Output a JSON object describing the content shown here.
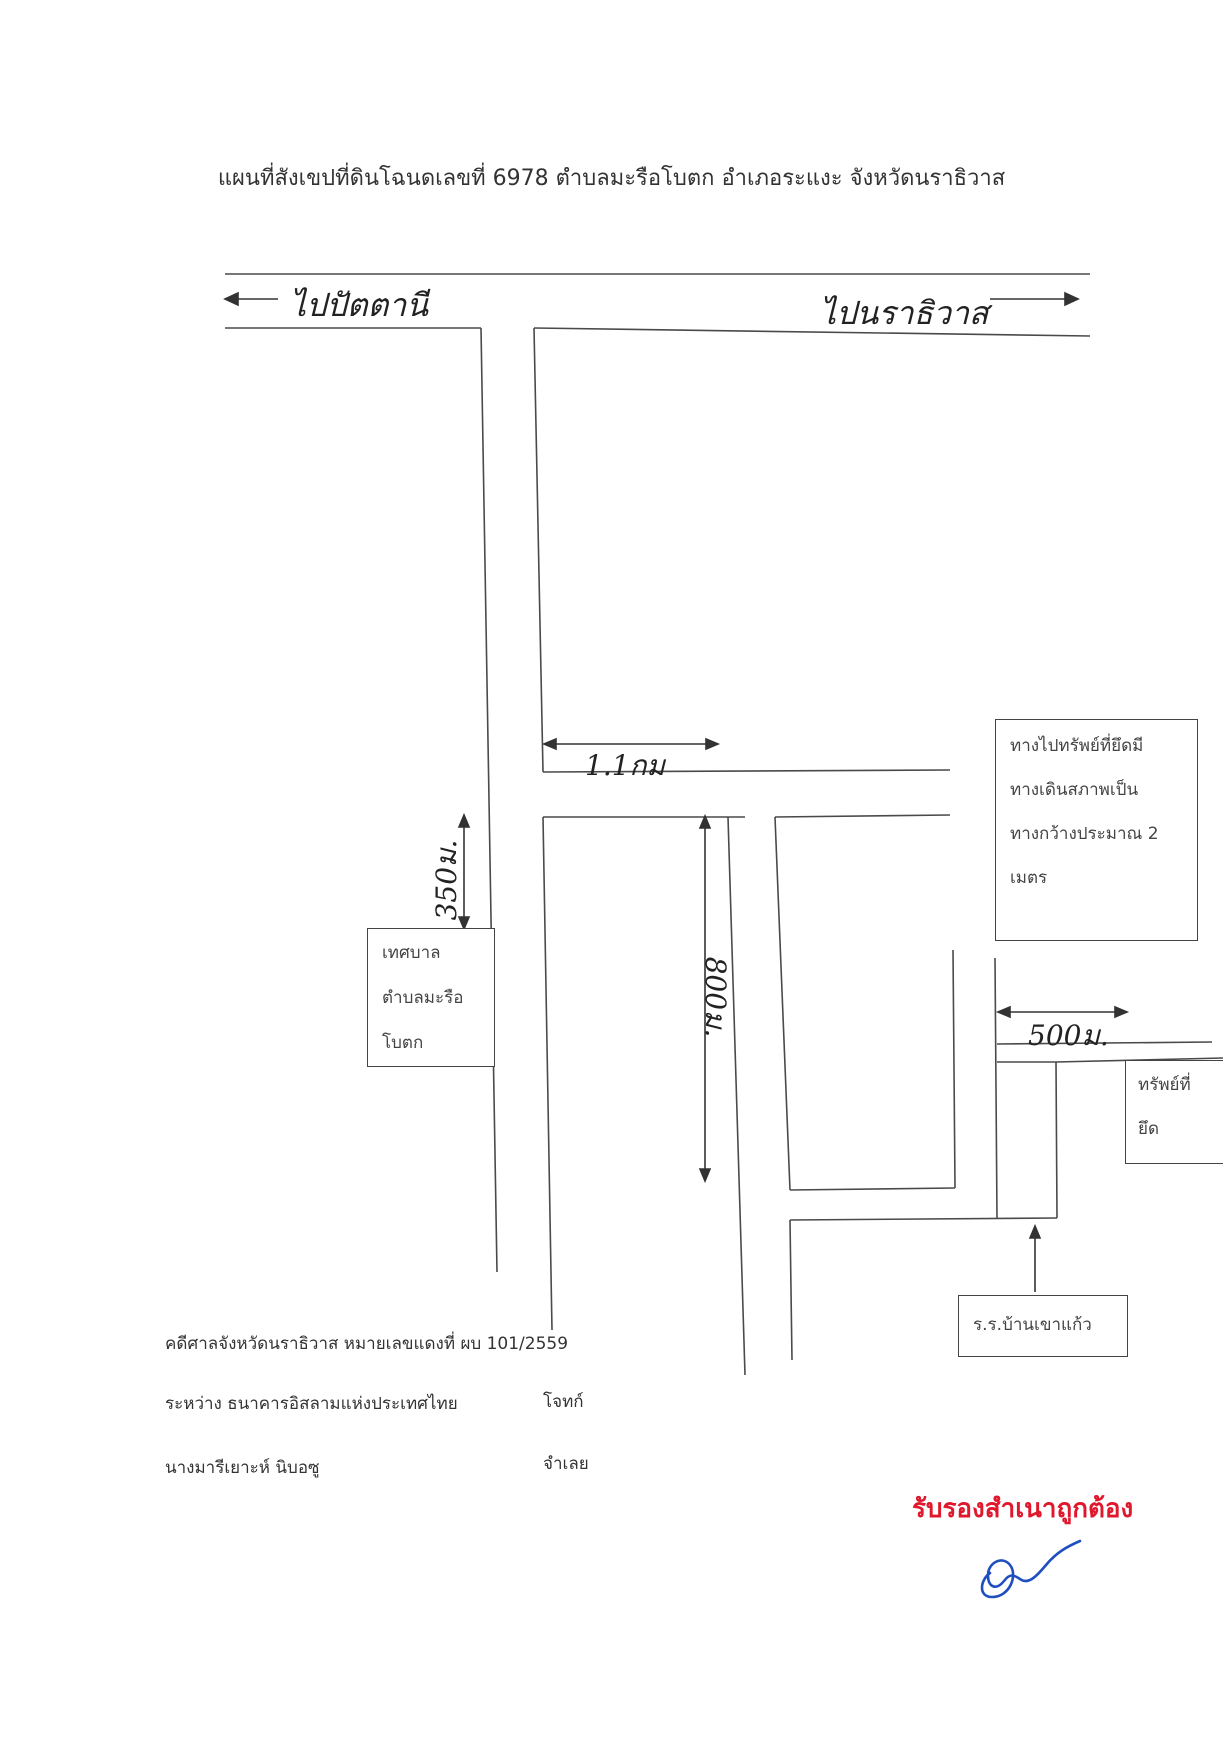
{
  "title": "แผนที่สังเขปที่ดินโฉนดเลขที่ 6978  ตำบลมะรือโบตก  อำเภอระแงะ  จังหวัดนราธิวาส",
  "roads": {
    "to_pattani": "ไปปัตตานี",
    "to_narathiwat": "ไปนราธิวาส"
  },
  "distances": {
    "d1": "1.1กม",
    "d2": "350ม.",
    "d3": "800ม.",
    "d4": "500ม."
  },
  "places": {
    "municipality": [
      "เทศบาล",
      "ตำบลมะรือ",
      "โบตก"
    ],
    "path_note": [
      "ทางไปทรัพย์ที่ยึดมี",
      "ทางเดินสภาพเป็น",
      "ทางกว้างประมาณ 2",
      "เมตร"
    ],
    "seized_property": [
      "ทรัพย์ที่",
      "ยึด"
    ],
    "school": "ร.ร.บ้านเขาแก้ว"
  },
  "case": {
    "line1": "คดีศาลจังหวัดนราธิวาส หมายเลขแดงที่ ผบ 101/2559",
    "line2_left": "ระหว่าง ธนาคารอิสลามแห่งประเทศไทย",
    "line2_right": "โจทก์",
    "line3_left": "นางมารีเยาะห์ นิบอซู",
    "line3_right": "จำเลย"
  },
  "certification": {
    "text": "รับรองสำเนาถูกต้อง",
    "signature": "signature"
  },
  "colors": {
    "line": "#4a4a4a",
    "certify_red": "#e0182d",
    "signature_blue": "#1f4fbf"
  }
}
